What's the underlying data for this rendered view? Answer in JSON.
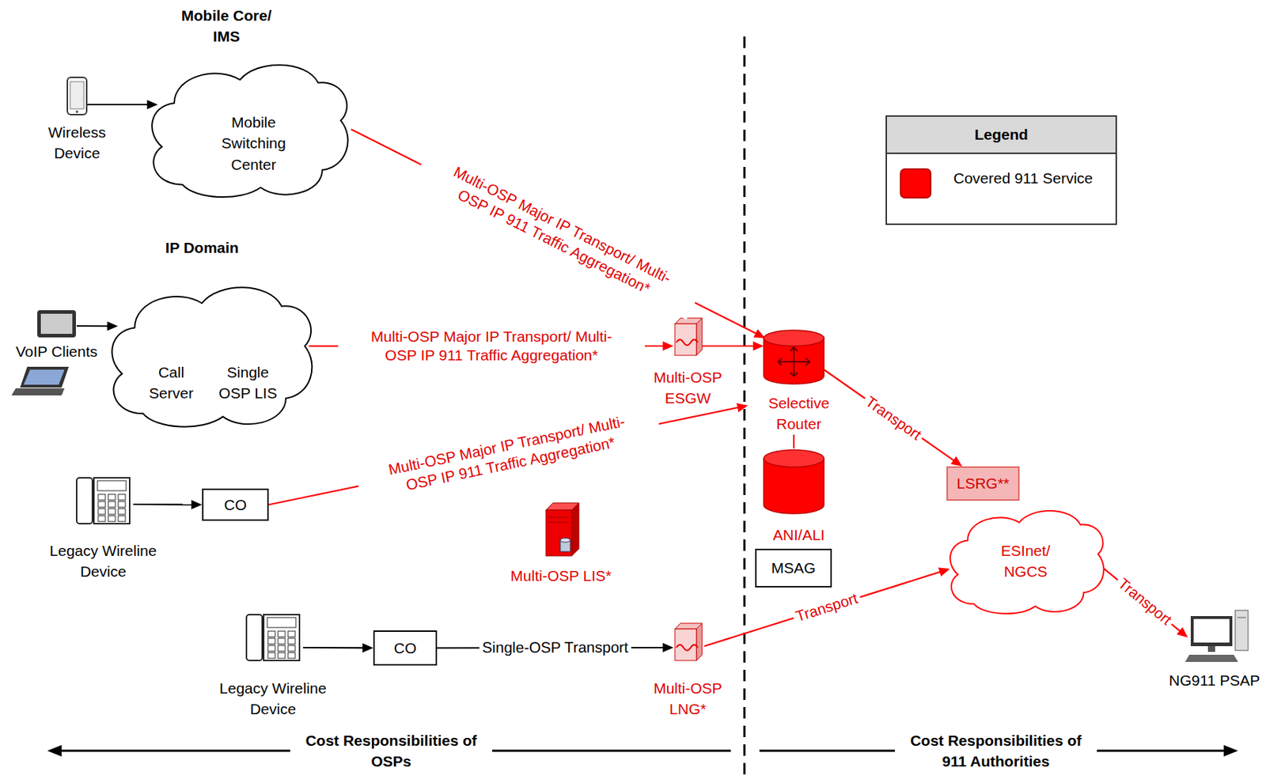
{
  "diagram": {
    "nodes": [
      {
        "text": [
          "Mobile Core/ IMS"
        ]
      },
      {
        "text": [
          "Mobile Switching Center"
        ],
        "in": 0
      },
      {
        "text": [
          "Wireless Device"
        ]
      },
      {
        "text": [
          "IP Domain"
        ]
      },
      {
        "text": [
          "Call Server"
        ],
        "in": 3
      },
      {
        "text": [
          "Single OSP LIS"
        ],
        "in": 3
      },
      {
        "text": [
          "VoIP Clients"
        ]
      },
      {
        "text": [
          "Multi-OSP ESGW"
        ]
      },
      {
        "text": [
          "Selective Router"
        ]
      },
      {
        "text": [
          "ANI/ALI"
        ]
      },
      {
        "text": [
          "MSAG"
        ]
      },
      {
        "text": [
          "Legacy Wireline Device"
        ]
      },
      {
        "text": [
          "CO"
        ]
      },
      {
        "text": [
          "Multi-OSP LIS*"
        ]
      },
      {
        "text": [
          "LSRG**"
        ]
      },
      {
        "text": [
          "ESInet/ NGCS"
        ]
      },
      {
        "text": [
          "Legacy Wireline Device"
        ]
      },
      {
        "text": [
          "CO"
        ]
      },
      {
        "text": [
          "Multi-OSP LNG*"
        ]
      },
      {
        "text": [
          "NG911 PSAP"
        ]
      }
    ],
    "edges": [
      {
        "from": 0,
        "to": 8,
        "label": "Multi-OSP Major IP Transport/ Multi-OSP IP 911 Traffic Aggregation*",
        "arrow": "to"
      },
      {
        "from": 3,
        "to": 7,
        "label": "Multi-OSP Major IP Transport/ Multi-OSP IP 911 Traffic Aggregation*",
        "arrow": "to"
      },
      {
        "from": 7,
        "to": 8,
        "arrow": "to"
      },
      {
        "from": 12,
        "to": 8,
        "label": "Multi-OSP Major IP Transport/ Multi-OSP IP 911 Traffic Aggregation*",
        "arrow": "to"
      },
      {
        "from": 8,
        "to": 14,
        "label": "Transport",
        "arrow": "to"
      },
      {
        "from": 18,
        "to": 15,
        "label": "Transport",
        "arrow": "to"
      },
      {
        "from": 15,
        "to": 19,
        "label": "Transport",
        "arrow": "to"
      },
      {
        "from": 17,
        "to": 18,
        "label": "Single-OSP Transport",
        "arrow": "to"
      },
      {
        "from": 2,
        "to": 0,
        "arrow": "to"
      },
      {
        "from": 6,
        "to": 3,
        "arrow": "to"
      },
      {
        "from": 11,
        "to": 12,
        "arrow": "to"
      },
      {
        "from": 16,
        "to": 17,
        "arrow": "to"
      },
      {
        "from": 8,
        "to": 9,
        "arrow": "none"
      }
    ],
    "labels": [
      "Legend",
      "Cost Responsibilities of OSPs",
      "Cost Responsibilities of 911 Authorities"
    ],
    "legend": [
      {
        "text": "Covered 911 Service",
        "color": "#ff0000"
      }
    ]
  }
}
